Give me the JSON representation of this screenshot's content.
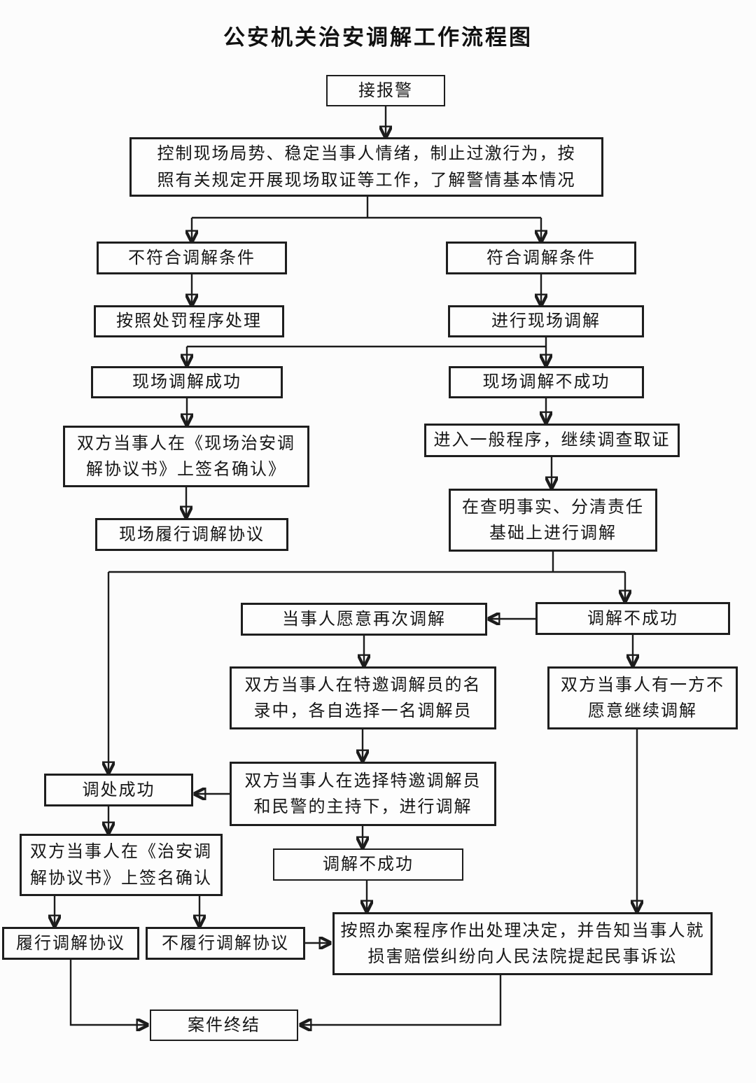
{
  "diagram": {
    "title": "公安机关治安调解工作流程图",
    "colors": {
      "line": "#1c1c1c",
      "text": "#161616",
      "background": "#fcfcfc"
    },
    "nodes": [
      {
        "id": "receive-alarm",
        "text": "接报警"
      },
      {
        "id": "control-scene",
        "text": "控制现场局势、稳定当事人情绪，制止过激行为，按照有关规定开展现场取证等工作，了解警情基本情况"
      },
      {
        "id": "not-eligible",
        "text": "不符合调解条件"
      },
      {
        "id": "eligible",
        "text": "符合调解条件"
      },
      {
        "id": "punishment-procedure",
        "text": "按照处罚程序处理"
      },
      {
        "id": "onsite-mediation",
        "text": "进行现场调解"
      },
      {
        "id": "onsite-success",
        "text": "现场调解成功"
      },
      {
        "id": "onsite-failure",
        "text": "现场调解不成功"
      },
      {
        "id": "sign-onsite-agreement",
        "text": "双方当事人在《现场治安调解协议书》上签名确认》"
      },
      {
        "id": "general-procedure",
        "text": "进入一般程序，继续调查取证"
      },
      {
        "id": "onsite-perform-agreement",
        "text": "现场履行调解协议"
      },
      {
        "id": "mediate-on-facts",
        "text": "在查明事实、分清责任基础上进行调解"
      },
      {
        "id": "willing-again",
        "text": "当事人愿意再次调解"
      },
      {
        "id": "mediation-failed-first",
        "text": "调解不成功"
      },
      {
        "id": "choose-mediators",
        "text": "双方当事人在特邀调解员的名录中，各自选择一名调解员"
      },
      {
        "id": "one-party-unwilling",
        "text": "双方当事人有一方不愿意继续调解"
      },
      {
        "id": "mediation-success",
        "text": "调处成功"
      },
      {
        "id": "mediate-with-mediators",
        "text": "双方当事人在选择特邀调解员和民警的主持下，进行调解"
      },
      {
        "id": "sign-agreement",
        "text": "双方当事人在《治安调解协议书》上签名确认"
      },
      {
        "id": "mediation-failed-second",
        "text": "调解不成功"
      },
      {
        "id": "perform-agreement",
        "text": "履行调解协议"
      },
      {
        "id": "not-perform-agreement",
        "text": "不履行调解协议"
      },
      {
        "id": "decision-civil-action",
        "text": "按照办案程序作出处理决定，并告知当事人就损害赔偿纠纷向人民法院提起民事诉讼"
      },
      {
        "id": "case-closed",
        "text": "案件终结"
      }
    ],
    "edges": [
      {
        "from": "receive-alarm",
        "to": "control-scene"
      },
      {
        "from": "control-scene",
        "to": "not-eligible"
      },
      {
        "from": "control-scene",
        "to": "eligible"
      },
      {
        "from": "not-eligible",
        "to": "punishment-procedure"
      },
      {
        "from": "eligible",
        "to": "onsite-mediation"
      },
      {
        "from": "onsite-mediation",
        "to": "onsite-success"
      },
      {
        "from": "onsite-mediation",
        "to": "onsite-failure"
      },
      {
        "from": "onsite-success",
        "to": "sign-onsite-agreement"
      },
      {
        "from": "onsite-failure",
        "to": "general-procedure"
      },
      {
        "from": "sign-onsite-agreement",
        "to": "onsite-perform-agreement"
      },
      {
        "from": "general-procedure",
        "to": "mediate-on-facts"
      },
      {
        "from": "mediate-on-facts",
        "to": "mediation-failed-first"
      },
      {
        "from": "mediate-on-facts",
        "to": "mediation-success"
      },
      {
        "from": "mediation-failed-first",
        "to": "willing-again"
      },
      {
        "from": "mediation-failed-first",
        "to": "one-party-unwilling"
      },
      {
        "from": "willing-again",
        "to": "choose-mediators"
      },
      {
        "from": "choose-mediators",
        "to": "mediate-with-mediators"
      },
      {
        "from": "mediate-with-mediators",
        "to": "mediation-success"
      },
      {
        "from": "mediate-with-mediators",
        "to": "mediation-failed-second"
      },
      {
        "from": "mediation-success",
        "to": "sign-agreement"
      },
      {
        "from": "sign-agreement",
        "to": "perform-agreement"
      },
      {
        "from": "sign-agreement",
        "to": "not-perform-agreement"
      },
      {
        "from": "not-perform-agreement",
        "to": "decision-civil-action"
      },
      {
        "from": "mediation-failed-second",
        "to": "decision-civil-action"
      },
      {
        "from": "one-party-unwilling",
        "to": "decision-civil-action"
      },
      {
        "from": "decision-civil-action",
        "to": "case-closed"
      },
      {
        "from": "perform-agreement",
        "to": "case-closed"
      }
    ]
  }
}
